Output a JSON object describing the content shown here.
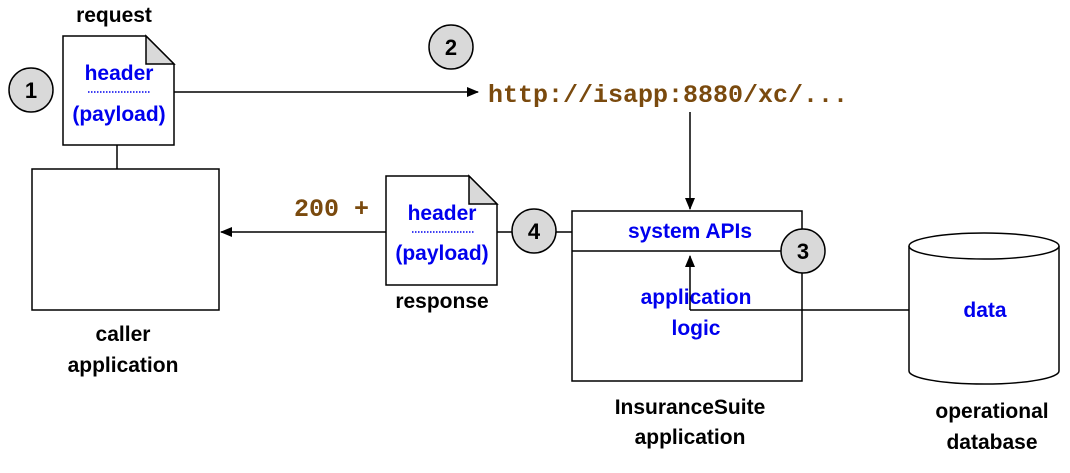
{
  "colors": {
    "text_blue": "#0000ee",
    "text_url_brown": "#7a4a0e",
    "circle_fill": "#d9d9d9",
    "line": "#000000"
  },
  "request_doc": {
    "caption": "request",
    "header": "header",
    "payload": "(payload)"
  },
  "response_doc": {
    "caption": "response",
    "header": "header",
    "payload": "(payload)",
    "status_prefix": "200 +"
  },
  "url": "http://isapp:8880/xc/...",
  "steps": [
    "1",
    "2",
    "3",
    "4"
  ],
  "caller": {
    "line1": "caller",
    "line2": "application"
  },
  "insurancesuite": {
    "system_apis": "system APIs",
    "app_logic_line1": "application",
    "app_logic_line2": "logic",
    "caption_line1": "InsuranceSuite",
    "caption_line2": "application"
  },
  "database": {
    "content": "data",
    "caption_line1": "operational",
    "caption_line2": "database"
  }
}
